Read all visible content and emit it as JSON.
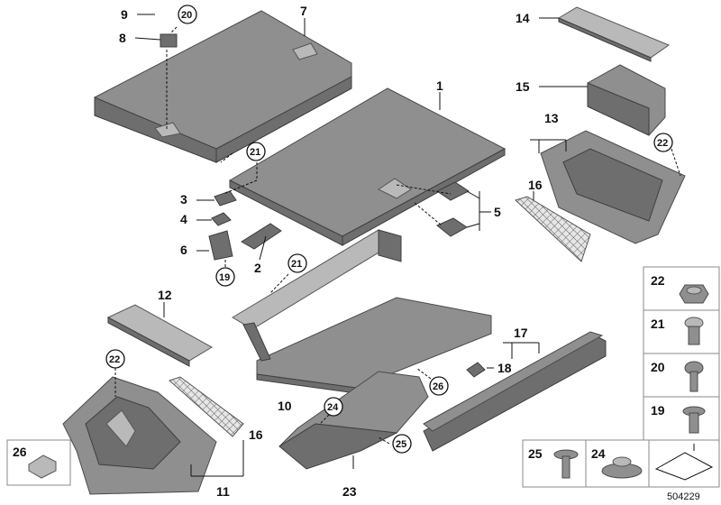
{
  "diagram": {
    "reference_number": "504229",
    "callouts": {
      "c1": "1",
      "c2": "2",
      "c3": "3",
      "c4": "4",
      "c5": "5",
      "c6": "6",
      "c7": "7",
      "c8": "8",
      "c9": "9",
      "c10": "10",
      "c11": "11",
      "c12": "12",
      "c13": "13",
      "c14": "14",
      "c15": "15",
      "c16a": "16",
      "c16b": "16",
      "c17": "17",
      "c18": "18",
      "c23": "23"
    },
    "circled": {
      "c20": "20",
      "c21a": "21",
      "c21b": "21",
      "c19": "19",
      "c22a": "22",
      "c22b": "22",
      "c24": "24",
      "c25": "25",
      "c26": "26"
    },
    "legend": {
      "l22": "22",
      "l21": "21",
      "l20": "20",
      "l19": "19",
      "l25": "25",
      "l24": "24",
      "l26": "26"
    }
  }
}
